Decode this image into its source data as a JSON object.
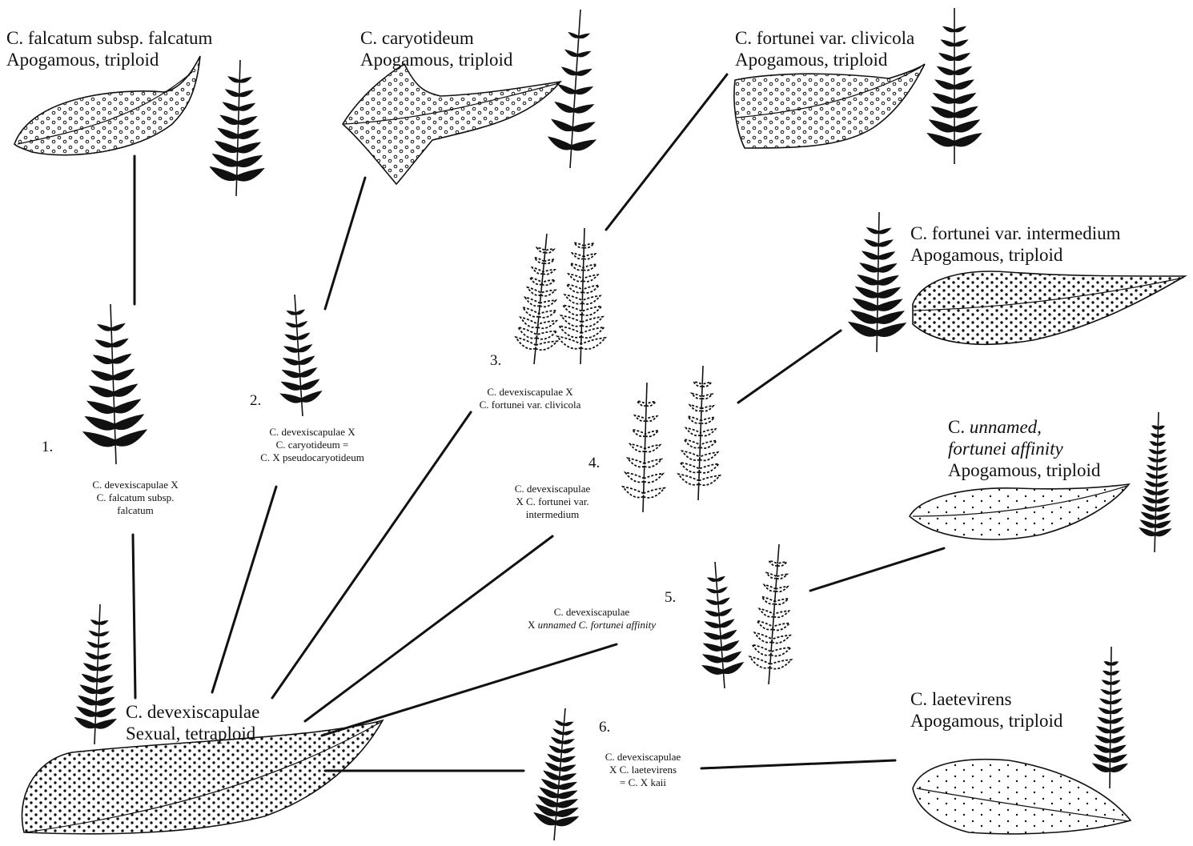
{
  "parents": [
    {
      "id": "falcatum",
      "name": "C. falcatum subsp. falcatum",
      "type": "Apogamous, triploid"
    },
    {
      "id": "caryotideum",
      "name": "C. caryotideum",
      "type": "Apogamous, triploid"
    },
    {
      "id": "clivicola",
      "name": "C. fortunei var. clivicola",
      "type": "Apogamous, triploid"
    },
    {
      "id": "intermedium",
      "name": "C. fortunei var. intermedium",
      "type": "Apogamous, triploid"
    },
    {
      "id": "unnamed",
      "name_prefix": "C. ",
      "name_italic": "unnamed,",
      "name_line2": "fortunei affinity",
      "type": "Apogamous, triploid"
    },
    {
      "id": "laetevirens",
      "name": "C. laetevirens",
      "type": "Apogamous, triploid"
    }
  ],
  "center": {
    "name": "C. devexiscapulae",
    "type": "Sexual, tetraploid"
  },
  "hybrids": [
    {
      "number": "1.",
      "lines": [
        "C. devexiscapulae X",
        "C. falcatum subsp.",
        "falcatum"
      ]
    },
    {
      "number": "2.",
      "lines": [
        "C. devexiscapulae X",
        "C. caryotideum =",
        "C. X pseudocaryotideum"
      ]
    },
    {
      "number": "3.",
      "lines": [
        "C. devexiscapulae X",
        "C. fortunei var. clivicola"
      ]
    },
    {
      "number": "4.",
      "lines": [
        "C. devexiscapulae",
        "X C. fortunei var.",
        "intermedium"
      ]
    },
    {
      "number": "5.",
      "line1": "C. devexiscapulae",
      "line2_prefix": "X ",
      "line2_italic": "unnamed C. fortunei affinity"
    },
    {
      "number": "6.",
      "lines": [
        "C. devexiscapulae",
        "X C. laetevirens",
        "= C. X kaii"
      ]
    }
  ],
  "colors": {
    "ink": "#111111",
    "paper": "#ffffff"
  }
}
